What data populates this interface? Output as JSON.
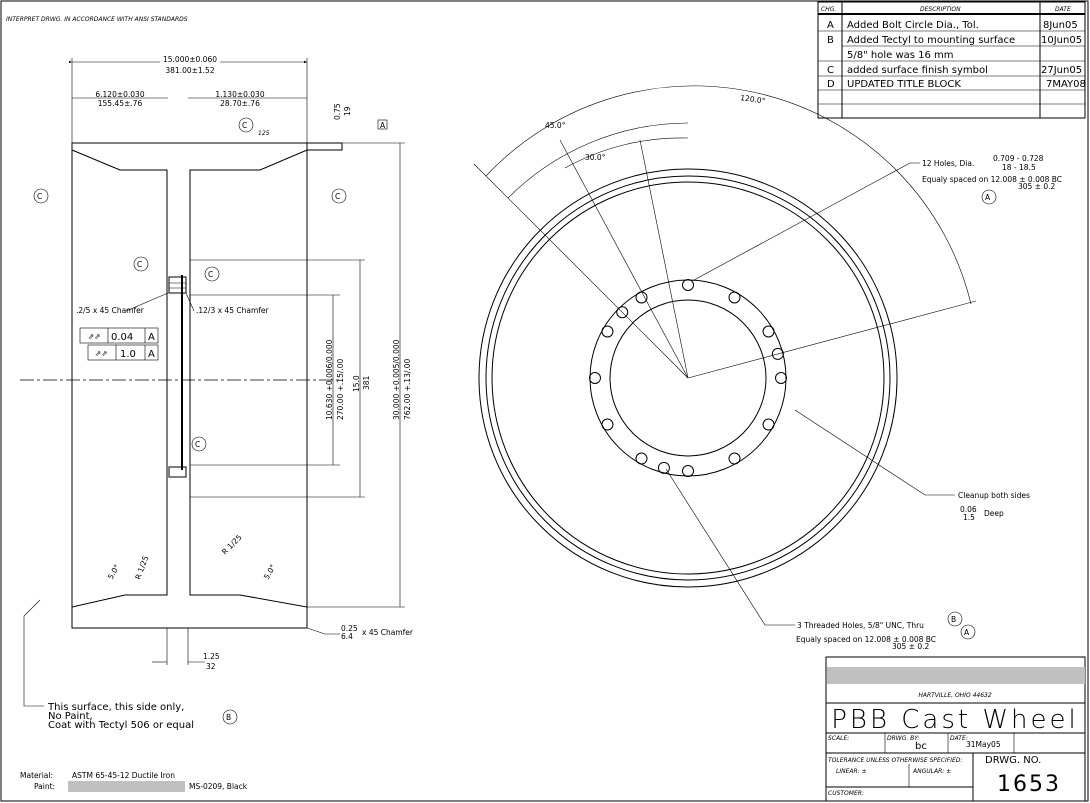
{
  "header_note": "INTERPRET DRWG. IN ACCORDANCE WITH ANSI STANDARDS",
  "revisions": {
    "headers": {
      "chg": "CHG.",
      "description": "DESCRIPTION",
      "date": "DATE"
    },
    "rows": [
      {
        "chg": "A",
        "description": "Added Bolt Circle Dia., Tol.",
        "date": "8Jun05"
      },
      {
        "chg": "B",
        "description": "Added Tectyl to mounting surface",
        "date": "10Jun05"
      },
      {
        "chg": "",
        "description": "5/8\" hole was 16 mm",
        "date": ""
      },
      {
        "chg": "C",
        "description": "added surface finish symbol",
        "date": "27Jun05"
      },
      {
        "chg": "D",
        "description": "UPDATED TITLE BLOCK",
        "date": "7MAY08"
      }
    ]
  },
  "side_view": {
    "dim_overall": [
      "15.000±0.060",
      "381.00±1.52"
    ],
    "dim_left": [
      "6.120±0.030",
      "155.45±.76"
    ],
    "dim_right": [
      "1.130±0.030",
      "28.70±.76"
    ],
    "dim_rim": [
      "0.75",
      "19"
    ],
    "datum": "A",
    "finish": "125",
    "callout": "C",
    "chamfer_left": ".2/5 x 45 Chamfer",
    "chamfer_right": ".12/3 x 45 Chamfer",
    "fcf": [
      {
        "value": "0.04",
        "datum": "A"
      },
      {
        "value": "1.0",
        "datum": "A"
      }
    ],
    "dim_bore": [
      "10.630 +0.006/0.000",
      "270.00 +.15/.00"
    ],
    "dim_hub": [
      "15.0",
      "381"
    ],
    "dim_od": [
      "30.000 +0.005/0.000",
      "762.00 +.13/.00"
    ],
    "radius_left": "R 1/25",
    "radius_right": "R 1/25",
    "draft_left": "5.0°",
    "draft_right": "5.0°",
    "chamfer_bottom": [
      "0.25",
      "6.4",
      "x 45 Chamfer"
    ],
    "dim_web": [
      "1.25",
      "32"
    ],
    "surface_note": [
      "This surface, this side only,",
      "No Paint,",
      "Coat with Tectyl 506 or equal"
    ],
    "surface_callout": "B"
  },
  "front_view": {
    "angle_120": "120.0°",
    "angle_45": "45.0°",
    "angle_30": "30.0°",
    "holes_note": [
      "12 Holes, Dia.",
      "0.709 - 0.728",
      "18 - 18.5",
      "Equaly spaced on 12.008 ± 0.008 BC",
      "305 ± 0.2"
    ],
    "holes_callout": "A",
    "cleanup_note": [
      "Cleanup both sides",
      "0.06",
      "1.5",
      "Deep"
    ],
    "threaded_note": [
      "3 Threaded Holes, 5/8\" UNC, Thru",
      "Equaly spaced on 12.008 ± 0.008 BC",
      "305 ± 0.2"
    ],
    "threaded_callouts": [
      "B",
      "A"
    ]
  },
  "material": {
    "label": "Material:",
    "value": "ASTM 65-45-12 Ductile Iron",
    "paint_label": "Paint:",
    "paint_value": "MS-0209, Black"
  },
  "title_block": {
    "address": "HARTVILLE, OHIO  44632",
    "title": "PBB Cast Wheel",
    "scale_label": "SCALE:",
    "drawn_by_label": "DRWG. BY:",
    "drawn_by": "bc",
    "date_label": "DATE:",
    "date": "31May05",
    "tolerance_label": "TOLERANCE UNLESS OTHERWISE SPECIFIED:",
    "linear_label": "LINEAR: ±",
    "angular_label": "ANGULAR: ±",
    "customer_label": "CUSTOMER:",
    "drwg_no_label": "DRWG. NO.",
    "drwg_no": "1653"
  },
  "colors": {
    "redaction": "#c0c0c0",
    "line": "#000000"
  }
}
